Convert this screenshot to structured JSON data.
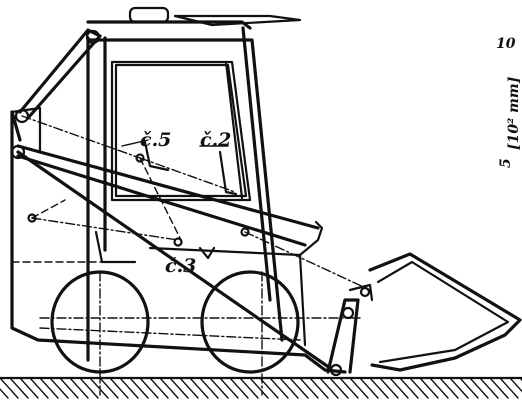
{
  "labels": {
    "c5": "č.5",
    "c2": "č.2",
    "c3": "č.3"
  },
  "scale": {
    "tick_top": "10",
    "tick_bottom": "5",
    "unit": "[10² mm]"
  }
}
